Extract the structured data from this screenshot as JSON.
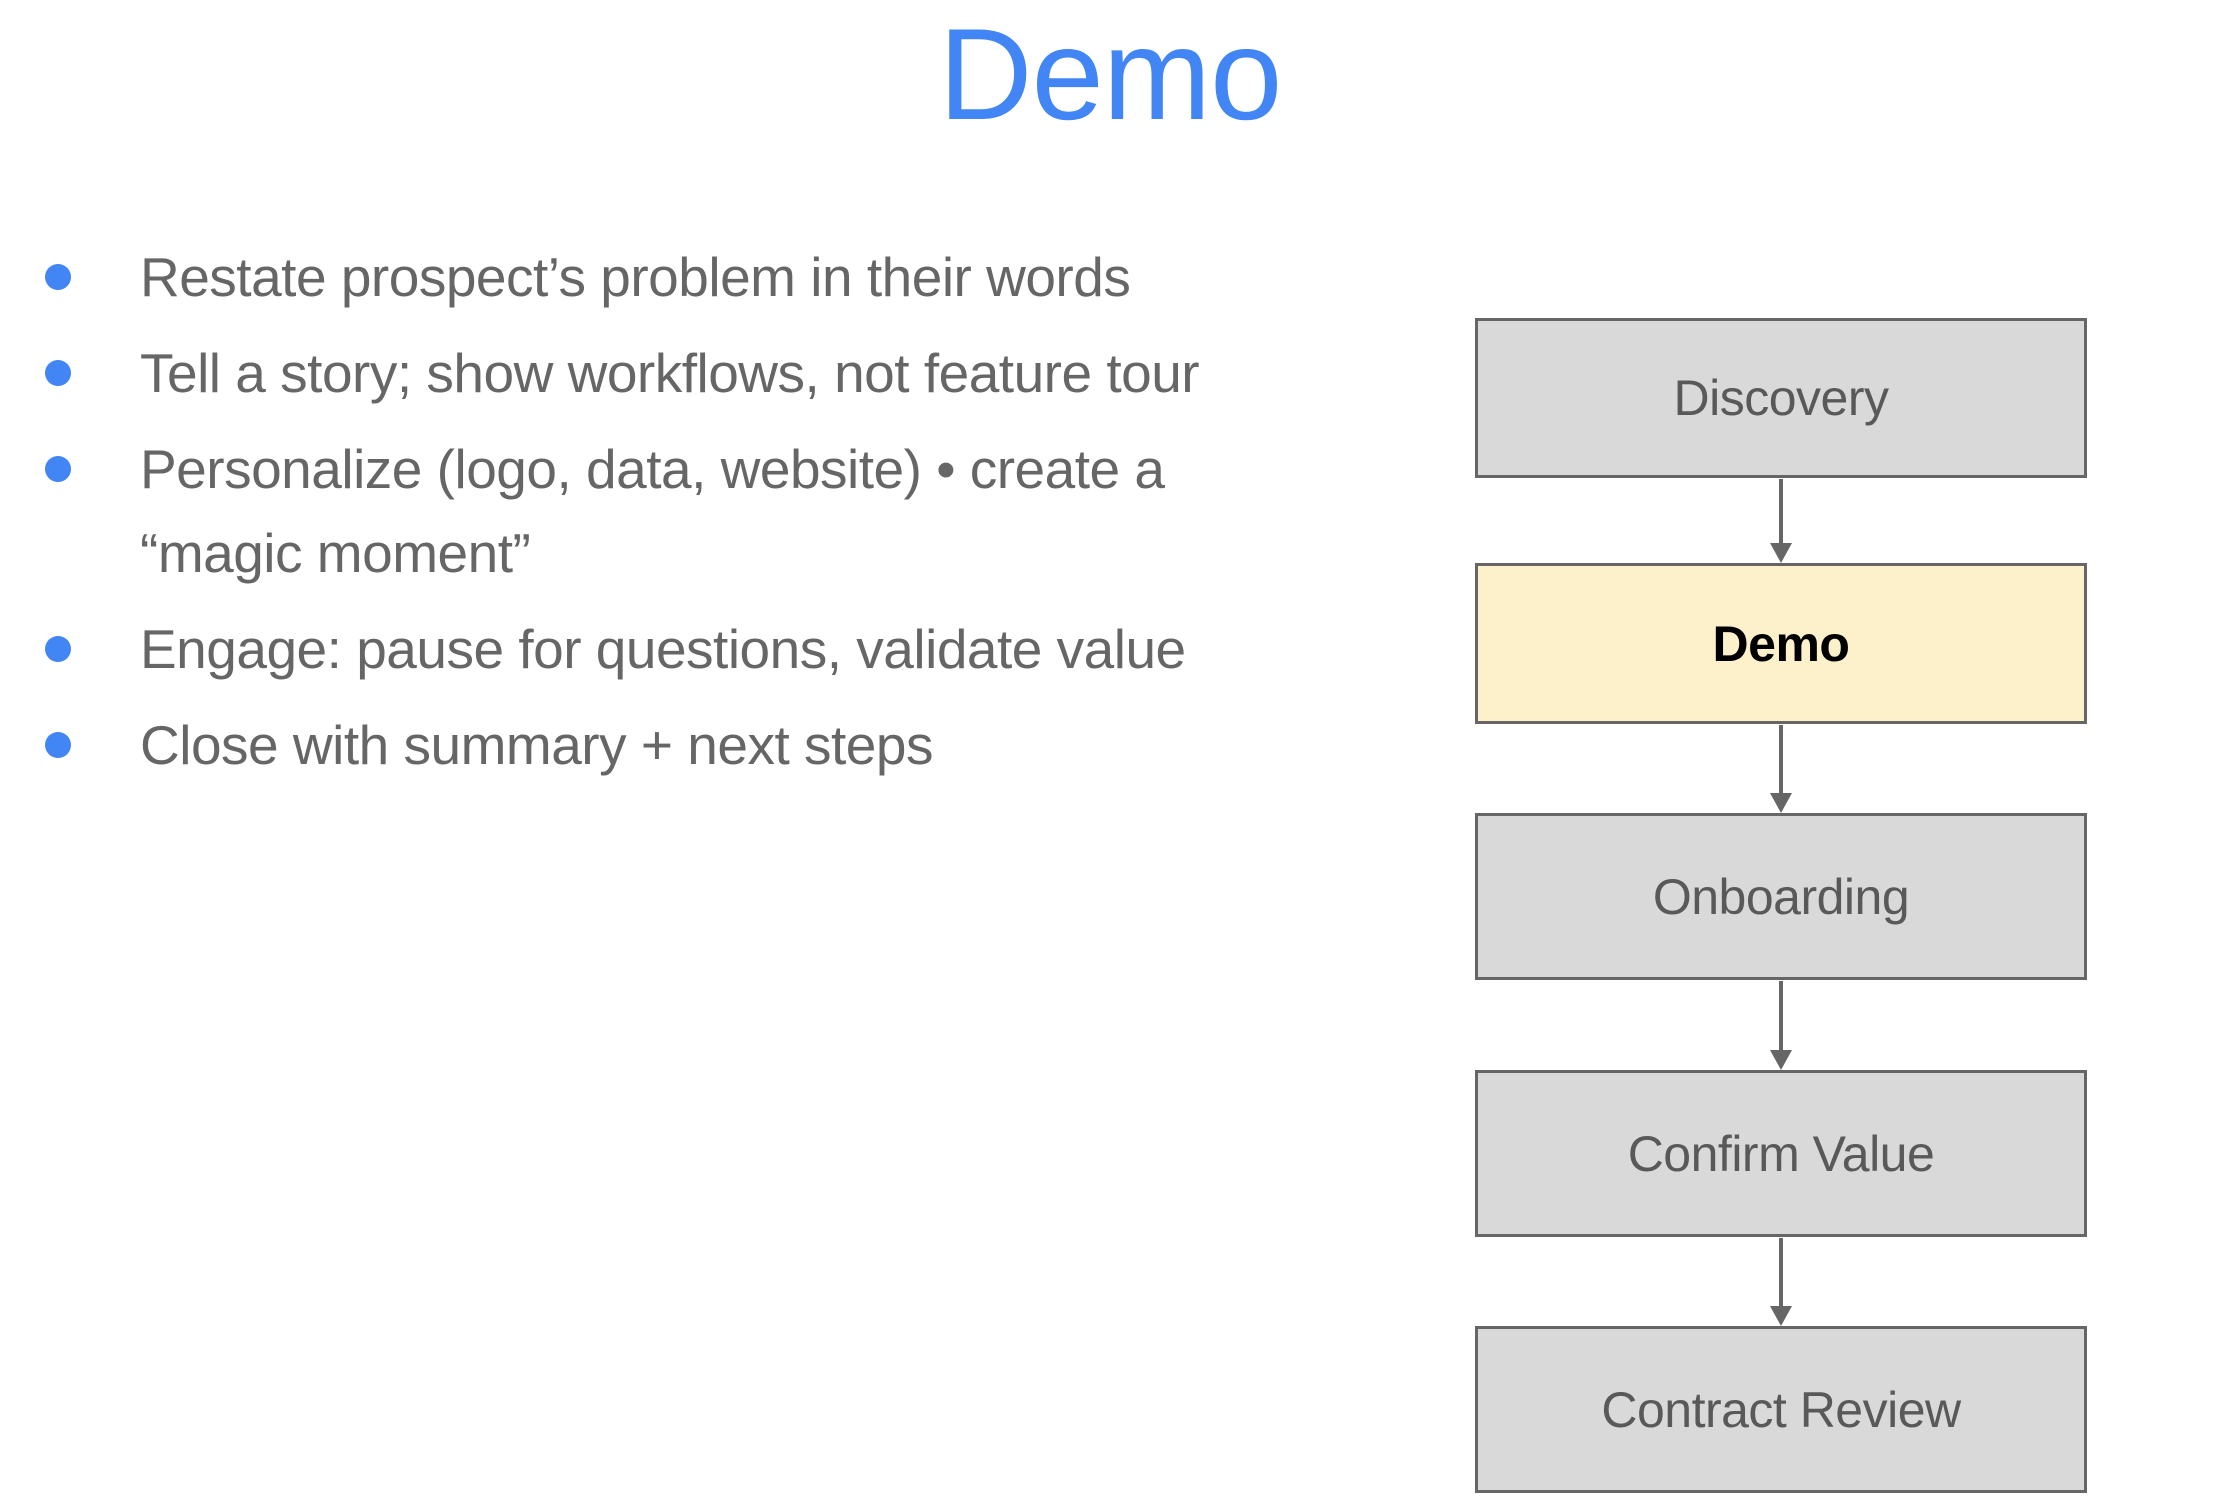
{
  "slide": {
    "title": "Demo",
    "bullets": [
      {
        "lines": [
          "Restate prospect’s problem in their words"
        ]
      },
      {
        "lines": [
          "Tell a story; show workflows, not feature tour"
        ]
      },
      {
        "lines": [
          "Personalize (logo, data, website) • create a",
          "“magic moment”"
        ]
      },
      {
        "lines": [
          "Engage: pause for questions, validate value"
        ]
      },
      {
        "lines": [
          "Close with summary + next steps"
        ]
      }
    ],
    "flowchart": {
      "steps": [
        {
          "label": "Discovery",
          "active": false
        },
        {
          "label": "Demo",
          "active": true
        },
        {
          "label": "Onboarding",
          "active": false
        },
        {
          "label": "Confirm Value",
          "active": false
        },
        {
          "label": "Contract Review",
          "active": false
        }
      ]
    },
    "colors": {
      "title_blue": "#4285f4",
      "bullet_blue": "#4285f4",
      "body_text": "#666666",
      "box_fill": "#d9d9d9",
      "box_border": "#666666",
      "box_text": "#595959",
      "active_fill": "#fdf1cb",
      "active_text": "#000000",
      "arrow": "#666666"
    }
  }
}
